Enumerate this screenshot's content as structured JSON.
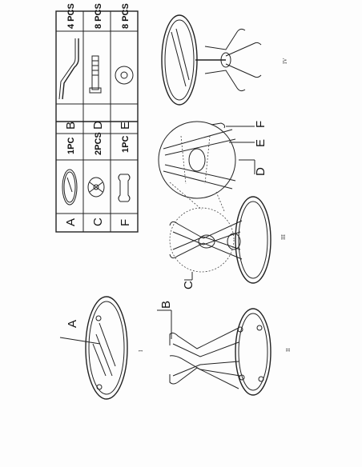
{
  "parts_table": {
    "rows": [
      {
        "left_letter": "A",
        "left_qty": "1PC",
        "right_letter": "B",
        "right_qty": "4 PCS"
      },
      {
        "left_letter": "C",
        "left_qty": "2PCS",
        "right_letter": "D",
        "right_qty": "8 PCS"
      },
      {
        "left_letter": "F",
        "left_qty": "1PC",
        "right_letter": "E",
        "right_qty": "8 PCS"
      }
    ],
    "part_icons": {
      "A": "glass-tabletop-icon",
      "B": "bent-leg-icon",
      "C": "connector-plate-icon",
      "D": "bolt-icon",
      "E": "washer-icon",
      "F": "spanner-icon"
    }
  },
  "steps": {
    "step1": "I",
    "step2": "II",
    "step3": "III",
    "step4": "IV"
  },
  "callouts": {
    "a": "A",
    "b": "B",
    "c": "C",
    "d": "D",
    "e": "E",
    "f": "F"
  }
}
